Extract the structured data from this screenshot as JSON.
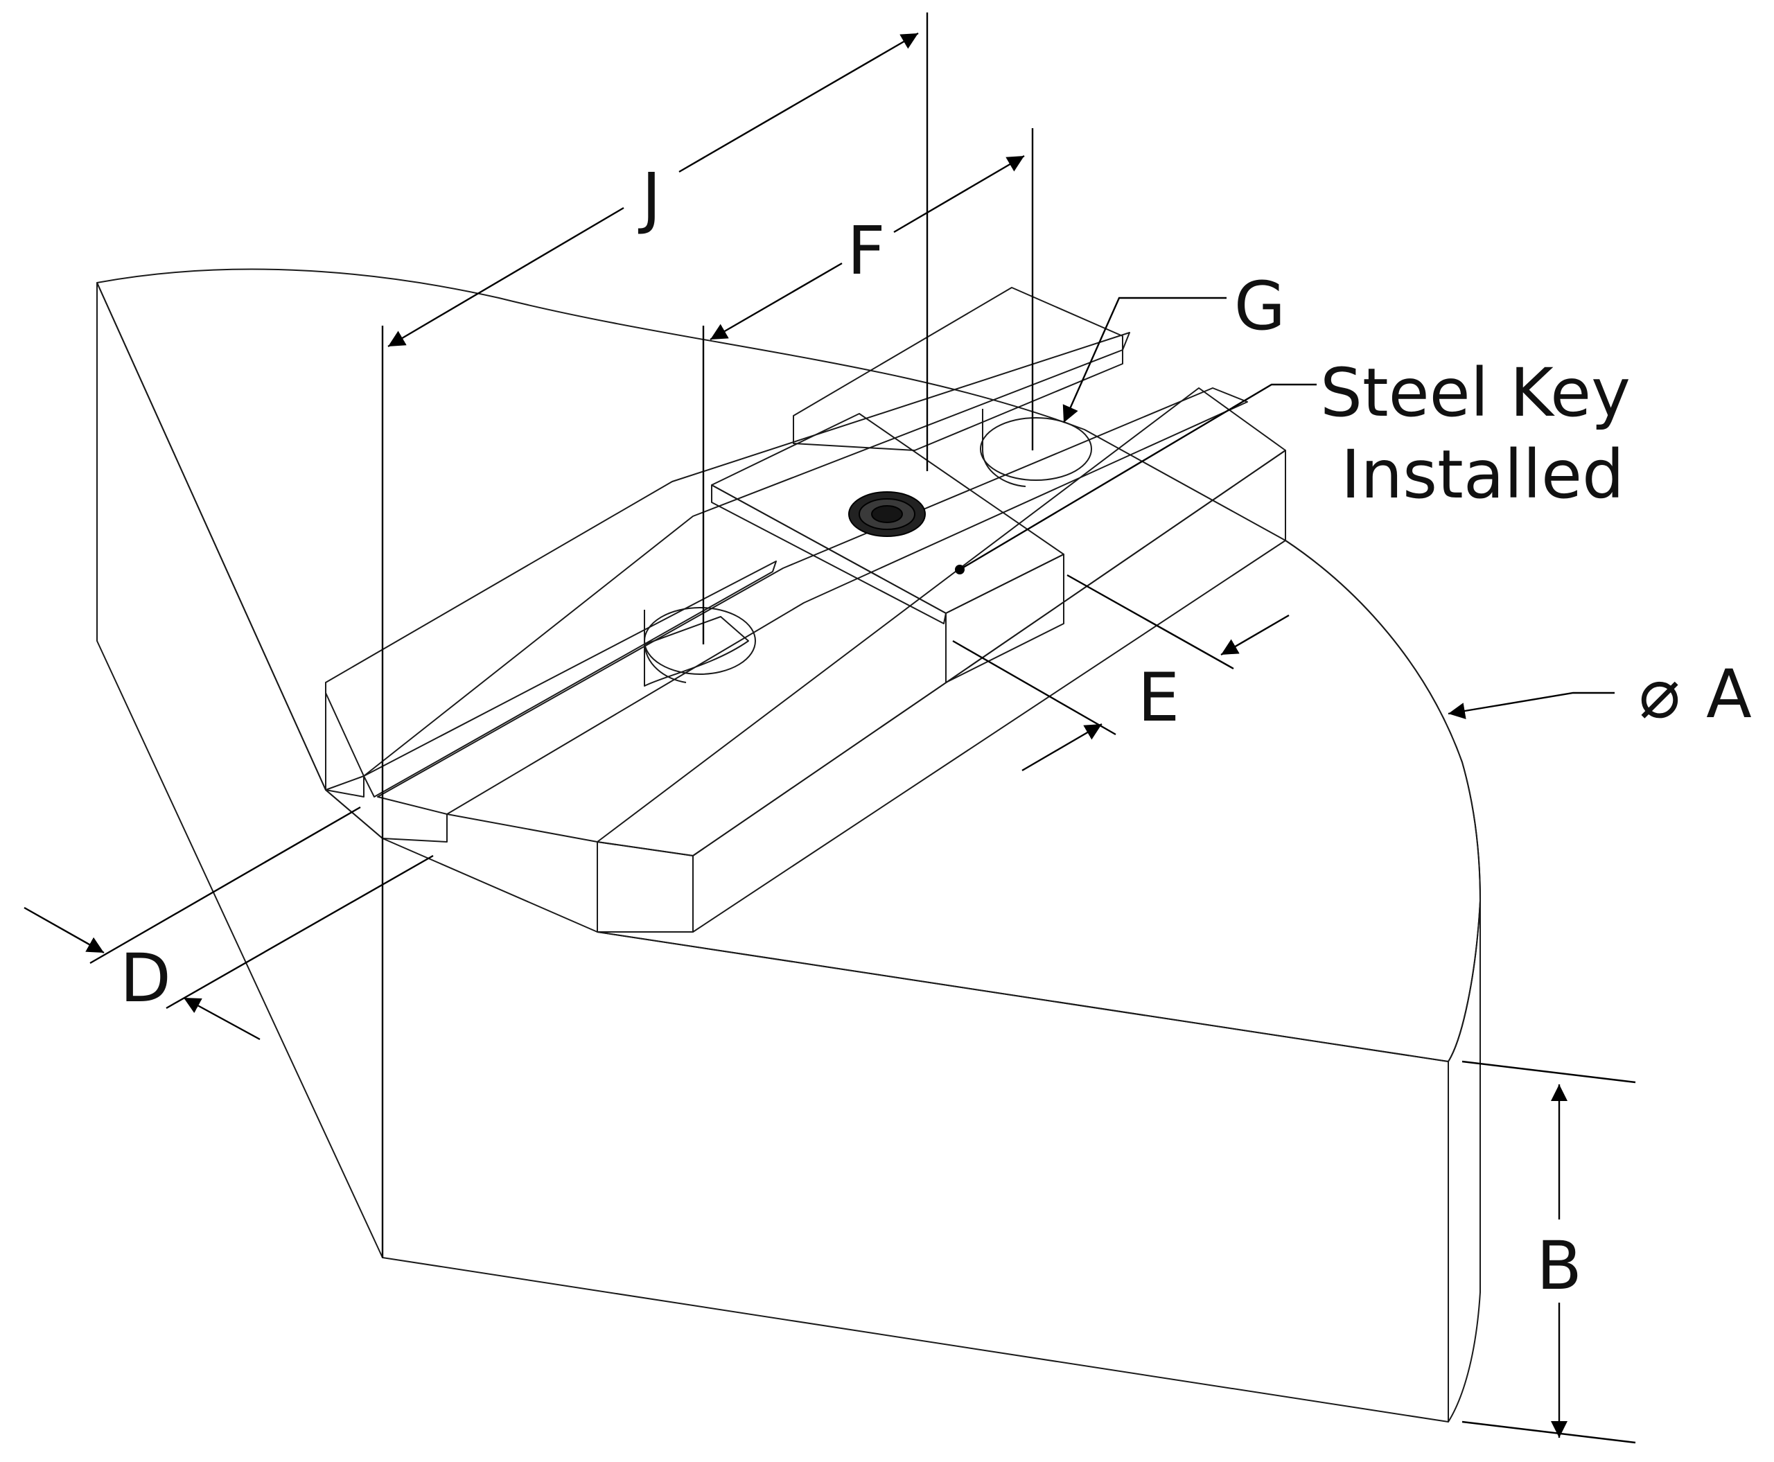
{
  "labels": {
    "j": "J",
    "f": "F",
    "g": "G",
    "e": "E",
    "d": "D",
    "b": "B",
    "a": "A",
    "diameter_symbol": "⌀",
    "callout_line1": "Steel Key",
    "callout_line2": "Installed"
  },
  "colors": {
    "top_face": "#b4b4b4",
    "front_face": "#a8a8a8",
    "side_face": "#9b9b9b",
    "curved_face": "#878787",
    "slot_wall": "#8a8a8a",
    "rail_top": "#c4c4c4",
    "steel_key_top": "#756b6a",
    "steel_key_side": "#4f4746",
    "hole": "#d4d4d4",
    "line": "#000000"
  }
}
